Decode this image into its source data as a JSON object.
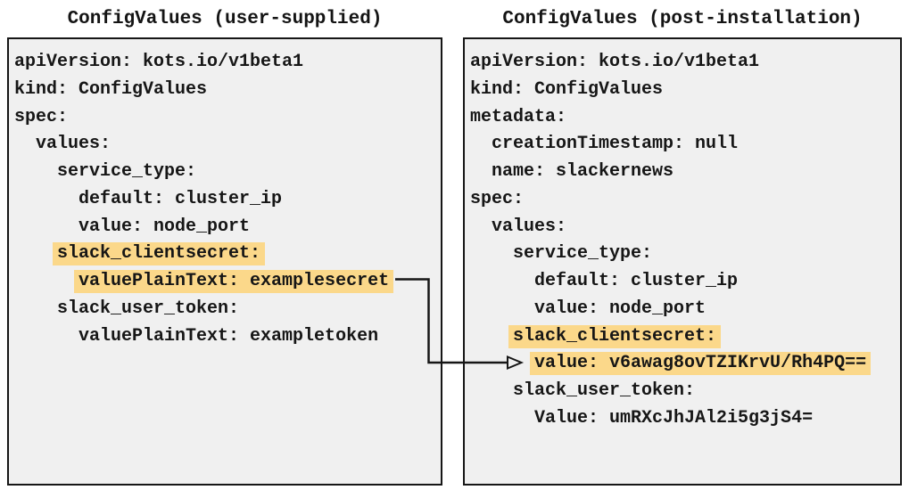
{
  "colors": {
    "panel_background": "#f0f0f0",
    "panel_border": "#161616",
    "text": "#161616",
    "highlight": "#fbd88a",
    "arrow": "#161616",
    "page_background": "#ffffff"
  },
  "left_panel": {
    "title": "ConfigValues (user-supplied)",
    "lines": [
      {
        "indent": 0,
        "text": "apiVersion: kots.io/v1beta1",
        "highlight": false
      },
      {
        "indent": 0,
        "text": "kind: ConfigValues",
        "highlight": false
      },
      {
        "indent": 0,
        "text": "spec:",
        "highlight": false
      },
      {
        "indent": 2,
        "text": "values:",
        "highlight": false
      },
      {
        "indent": 4,
        "text": "service_type:",
        "highlight": false
      },
      {
        "indent": 6,
        "text": "default: cluster_ip",
        "highlight": false
      },
      {
        "indent": 6,
        "text": "value: node_port",
        "highlight": false
      },
      {
        "indent": 4,
        "text": "slack_clientsecret:",
        "highlight": true
      },
      {
        "indent": 6,
        "text": "valuePlainText: examplesecret",
        "highlight": true
      },
      {
        "indent": 4,
        "text": "slack_user_token:",
        "highlight": false
      },
      {
        "indent": 6,
        "text": "valuePlainText: exampletoken",
        "highlight": false
      }
    ]
  },
  "right_panel": {
    "title": "ConfigValues (post-installation)",
    "lines": [
      {
        "indent": 0,
        "text": "apiVersion: kots.io/v1beta1",
        "highlight": false
      },
      {
        "indent": 0,
        "text": "kind: ConfigValues",
        "highlight": false
      },
      {
        "indent": 0,
        "text": "metadata:",
        "highlight": false
      },
      {
        "indent": 2,
        "text": "creationTimestamp: null",
        "highlight": false
      },
      {
        "indent": 2,
        "text": "name: slackernews",
        "highlight": false
      },
      {
        "indent": 0,
        "text": "spec:",
        "highlight": false
      },
      {
        "indent": 2,
        "text": "values:",
        "highlight": false
      },
      {
        "indent": 4,
        "text": "service_type:",
        "highlight": false
      },
      {
        "indent": 6,
        "text": "default: cluster_ip",
        "highlight": false
      },
      {
        "indent": 6,
        "text": "value: node_port",
        "highlight": false
      },
      {
        "indent": 4,
        "text": "slack_clientsecret:",
        "highlight": true
      },
      {
        "indent": 6,
        "text": "value: v6awag8ovTZIKrvU/Rh4PQ==",
        "highlight": true
      },
      {
        "indent": 4,
        "text": "slack_user_token:",
        "highlight": false
      },
      {
        "indent": 6,
        "text": "Value: umRXcJhJAl2i5g3jS4=",
        "highlight": false
      }
    ]
  },
  "arrow": {
    "connects_from": "valuePlainText: examplesecret",
    "connects_to": "value: v6awag8ovTZIKrvU/Rh4PQ=="
  }
}
